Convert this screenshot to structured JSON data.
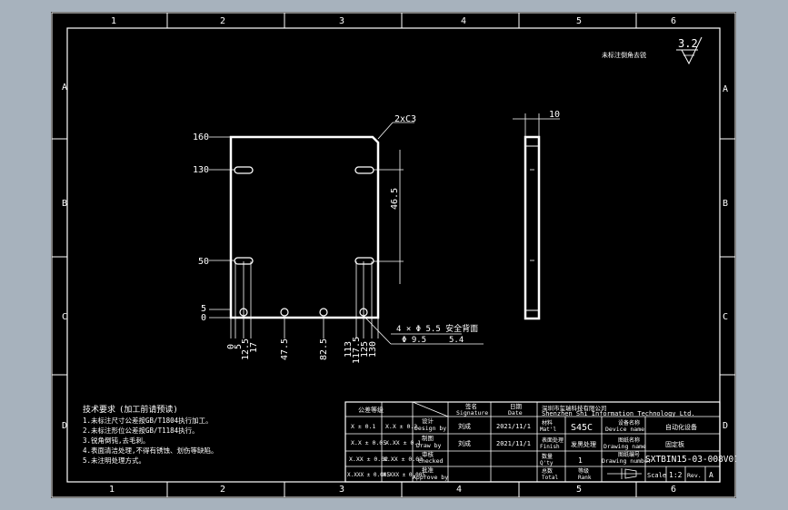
{
  "drawing": {
    "background_color": "#a7b2bd",
    "sheet_color": "#000000",
    "line_color": "#ffffff",
    "accent_color": "#ffffff",
    "frame": {
      "column_labels": [
        "1",
        "2",
        "3",
        "4",
        "5",
        "6"
      ],
      "row_labels": [
        "A",
        "B",
        "C",
        "D"
      ]
    },
    "top_right_note": "未标注倒角去锐",
    "surface_roughness": "3.2",
    "front_view": {
      "chamfer_note": "2xC3",
      "vertical_dims": [
        "160",
        "130",
        "50",
        "5",
        "0"
      ],
      "horizontal_dims": [
        "0",
        "5",
        "12.5",
        "17",
        "47.5",
        "82.5",
        "113",
        "117.5",
        "125",
        "130"
      ],
      "slot_spacing": "46.5",
      "hole_note_line1": "4 × Φ 5.5 安全背面",
      "hole_note_line2_a": "Φ 9.5",
      "hole_note_line2_b": "5.4"
    },
    "side_view": {
      "thickness": "10"
    },
    "technical_requirements": {
      "title": "技术要求",
      "title_suffix": "(加工前请预读)",
      "items": [
        "1.未标注尺寸公差按GB/T1804执行加工。",
        "2.未标注形位公差按GB/T1184执行。",
        "3.锐角倒钝,去毛刺。",
        "4.表面清洁处理,不得有锈蚀、划伤等缺陷。",
        "5.未注明处理方式。"
      ]
    },
    "title_block": {
      "header_tol": "公差等级",
      "tol_rows": [
        {
          "range": "X ± 0.1",
          "tol": "X.X ± 0.2"
        },
        {
          "range": "X.X ± 0.05",
          "tol": "X.XX ± 0.1"
        },
        {
          "range": "X.XX ± 0.02",
          "tol": "X.XX ± 0.02"
        },
        {
          "range": "X.XXX ± 0.005",
          "tol": "X.XXX ± 0.005"
        }
      ],
      "signature_cn": "签名",
      "signature_en": "Signature",
      "date_cn": "日期",
      "date_en": "Date",
      "company": "深圳市玺瑞科技有限公司",
      "company_en": "Shenzhen Shi Information Technology Ltd.",
      "design_label_cn": "设计",
      "design_label_en": "Design by",
      "drawn_label_cn": "制图",
      "drawn_label_en": "Draw by",
      "check_label_cn": "审核",
      "check_label_en": "Checked",
      "approve_label_cn": "批准",
      "approve_label_en": "Approve by",
      "designer": "刘成",
      "drawer": "刘成",
      "date_1": "2021/11/1",
      "date_2": "2021/11/1",
      "material_cn": "材料",
      "material_en": "Mat'l",
      "material": "S45C",
      "finish_cn": "表面处理",
      "finish_en": "Finish",
      "finish": "发黑处理",
      "qty_cn": "数量",
      "qty_en": "Q'ty",
      "qty": "1",
      "device_cn": "设备名称",
      "device_en": "Device name",
      "device_name": "自动化设备",
      "drawing_name_cn": "图纸名称",
      "drawing_name_en": "Drawing name",
      "drawing_name": "固定板",
      "drawing_number_cn": "图纸编号",
      "drawing_number_en": "Drawing number",
      "drawing_number": "SXTBIN15-03-008V01",
      "total_cn": "总数",
      "total_en": "Total",
      "rank_cn": "等级",
      "rank_en": "Rank",
      "scale_label": "Scale",
      "scale": "1:2",
      "rev_label": "Rev.",
      "rev": "A"
    }
  }
}
